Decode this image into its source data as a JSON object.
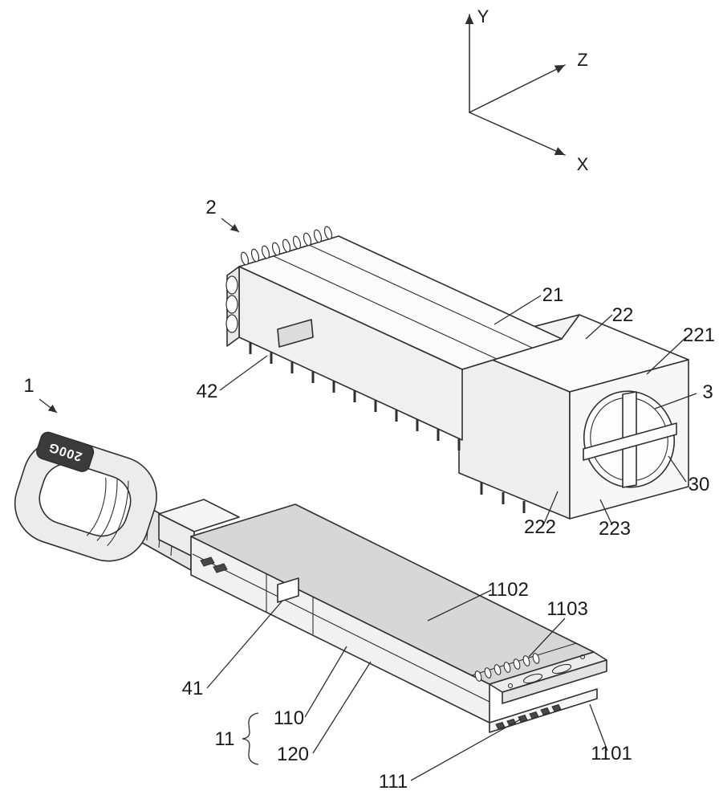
{
  "figure": {
    "background_color": "#ffffff",
    "line_color": "#2f2f2f"
  },
  "axes": {
    "y": "Y",
    "z": "Z",
    "x": "X"
  },
  "labels": {
    "n1": "1",
    "n2": "2",
    "n3": "3",
    "n11": "11",
    "n21": "21",
    "n22": "22",
    "n30": "30",
    "n41": "41",
    "n42": "42",
    "n110": "110",
    "n111": "111",
    "n120": "120",
    "n221": "221",
    "n222": "222",
    "n223": "223",
    "n1101": "1101",
    "n1102": "1102",
    "n1103": "1103"
  },
  "module_marking": {
    "text": "200G"
  }
}
